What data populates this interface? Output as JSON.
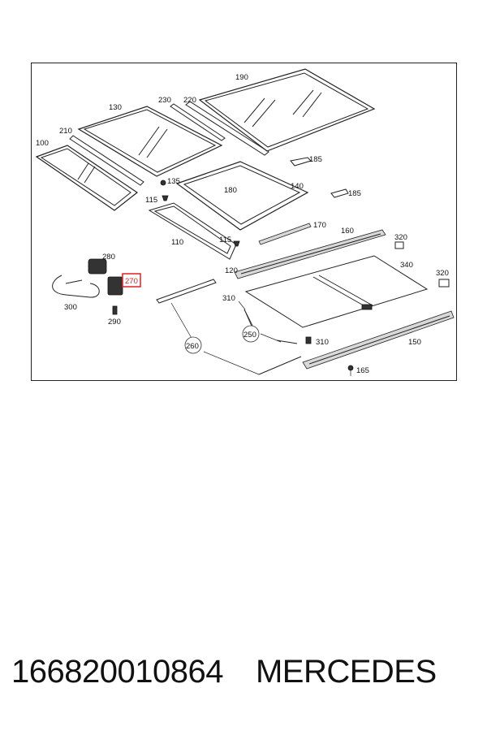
{
  "diagram": {
    "highlight_color": "#dd2222",
    "callouts": {
      "c100": "100",
      "c110": "110",
      "c115a": "115",
      "c115b": "115",
      "c120": "120",
      "c130": "130",
      "c135": "135",
      "c140": "140",
      "c150": "150",
      "c160": "160",
      "c165": "165",
      "c170": "170",
      "c180": "180",
      "c185a": "185",
      "c185b": "185",
      "c190": "190",
      "c210": "210",
      "c220": "220",
      "c230": "230",
      "c250": "250",
      "c260": "260",
      "c270": "270",
      "c280": "280",
      "c290": "290",
      "c300": "300",
      "c310a": "310",
      "c310b": "310",
      "c320a": "320",
      "c320b": "320",
      "c340": "340"
    }
  },
  "footer": {
    "part_number": "166820010864",
    "brand": "MERCEDES"
  }
}
